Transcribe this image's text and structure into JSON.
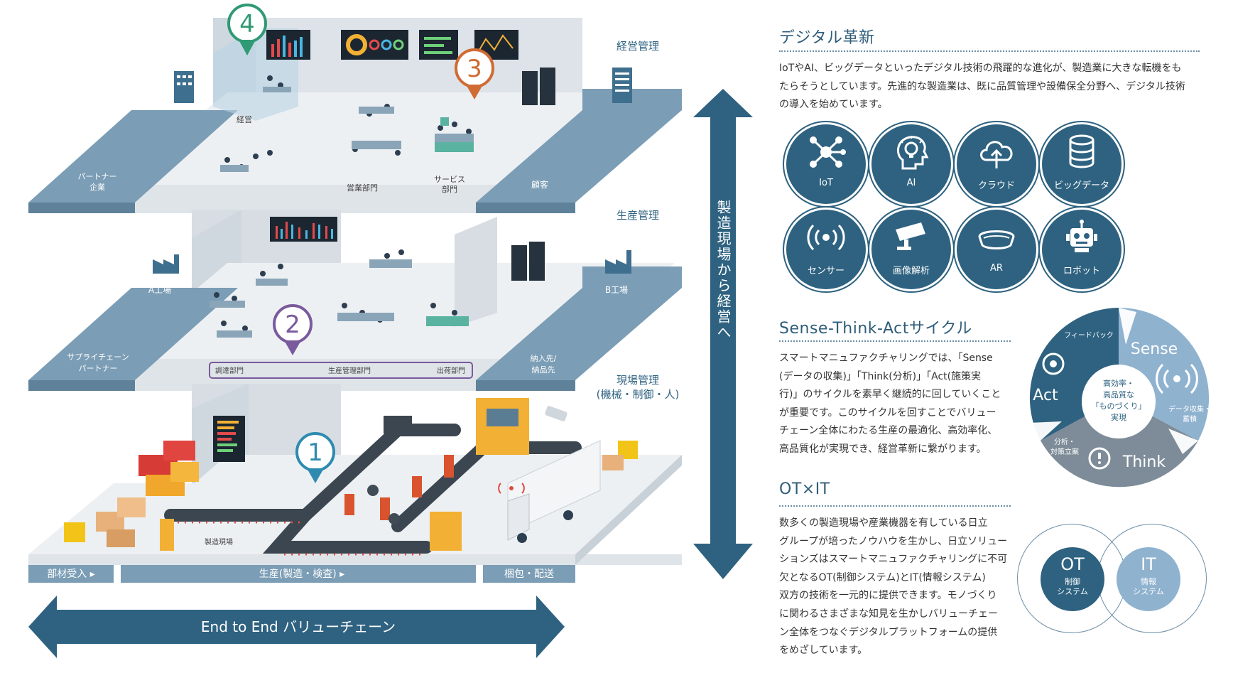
{
  "diagram": {
    "end_to_end_label": "End to End バリューチェーン",
    "vertical_label": "製造現場から経営へ",
    "levels": {
      "management": "経営管理",
      "production_mgmt": "生産管理",
      "field_mgmt": [
        "現場管理",
        "(機械・制御・人)"
      ]
    },
    "top_floor": {
      "partner": [
        "パートナー",
        "企業"
      ],
      "keiei": "経営",
      "sales": "営業部門",
      "service": [
        "サービス",
        "部門"
      ],
      "customer": "顧客"
    },
    "middle_floor": {
      "factory_a": "A工場",
      "factory_b": "B工場",
      "supply_chain": [
        "サプライチェーン",
        "パートナー"
      ],
      "delivery": [
        "納入先/",
        "納品先"
      ],
      "procurement": "調達部門",
      "production_dept": "生産管理部門",
      "shipping": "出荷部門"
    },
    "bottom_floor": {
      "receiving": "部材受入 ▸",
      "production": "生産(製造・検査) ▸",
      "packing": "梱包・配送",
      "shop_floor": "製造現場"
    },
    "markers": [
      "1",
      "2",
      "3",
      "4"
    ],
    "marker_colors": [
      "#2e8bb0",
      "#7a5a9c",
      "#d06b33",
      "#2f9a73"
    ]
  },
  "digital": {
    "title": "デジタル革新",
    "body": [
      "IoTやAI、ビッグデータといったデジタル技術の飛躍的な進化が、製造業に大きな転機をも",
      "たらそうとしています。先進的な製造業は、既に品質管理や設備保全分野へ、デジタル技術",
      "の導入を始めています。"
    ],
    "tiles": [
      {
        "label": "IoT",
        "icon": "iot-network-icon"
      },
      {
        "label": "AI",
        "icon": "ai-bulb-head-icon"
      },
      {
        "label": "クラウド",
        "icon": "cloud-upload-icon"
      },
      {
        "label": "ビッグデータ",
        "icon": "database-icon"
      },
      {
        "label": "センサー",
        "icon": "sensor-signal-icon"
      },
      {
        "label": "画像解析",
        "icon": "camera-icon"
      },
      {
        "label": "AR",
        "icon": "ar-goggles-icon"
      },
      {
        "label": "ロボット",
        "icon": "robot-icon"
      }
    ]
  },
  "sta": {
    "title": "Sense-Think-Actサイクル",
    "body": [
      "スマートマニュファクチャリングでは、「Sense",
      "(データの収集)」「Think(分析)」「Act(施策実",
      "行)」のサイクルを素早く継続的に回していくこと",
      "が重要です。このサイクルを回すことでバリュー",
      "チェーン全体にわたる生産の最適化、高効率化、",
      "高品質化が実現でき、経営革新に繋がります。"
    ],
    "feedback": "フィードバック",
    "sense": "Sense",
    "think": "Think",
    "act": "Act",
    "sense_sub": [
      "データ収集・",
      "蓄積"
    ],
    "think_sub": [
      "分析・",
      "対策立案"
    ],
    "center": [
      "高効率・",
      "高品質な",
      "「ものづくり」",
      "実現"
    ]
  },
  "otit": {
    "title": "OT×IT",
    "body": [
      "数多くの製造現場や産業機器を有している日立",
      "グループが培ったノウハウを生かし、日立ソリュー",
      "ションズはスマートマニュファクチャリングに不可",
      "欠となるOT(制御システム)とIT(情報システム)",
      "双方の技術を一元的に提供できます。モノづくり",
      "に関わるさまざまな知見を生かしバリューチェー",
      "ン全体をつなぐデジタルプラットフォームの提供",
      "をめざしています。"
    ],
    "ot": "OT",
    "ot_sub": [
      "制御",
      "システム"
    ],
    "it": "IT",
    "it_sub": [
      "情報",
      "システム"
    ]
  },
  "colors": {
    "dark_blue": "#2e6280",
    "mid_blue": "#3f6f8e",
    "platform_blue": "#7b9db5",
    "floor": "#edf0f3",
    "wall": "#d7dde2",
    "sense_blue": "#8fb2cf",
    "think_grey": "#7d8c98"
  }
}
